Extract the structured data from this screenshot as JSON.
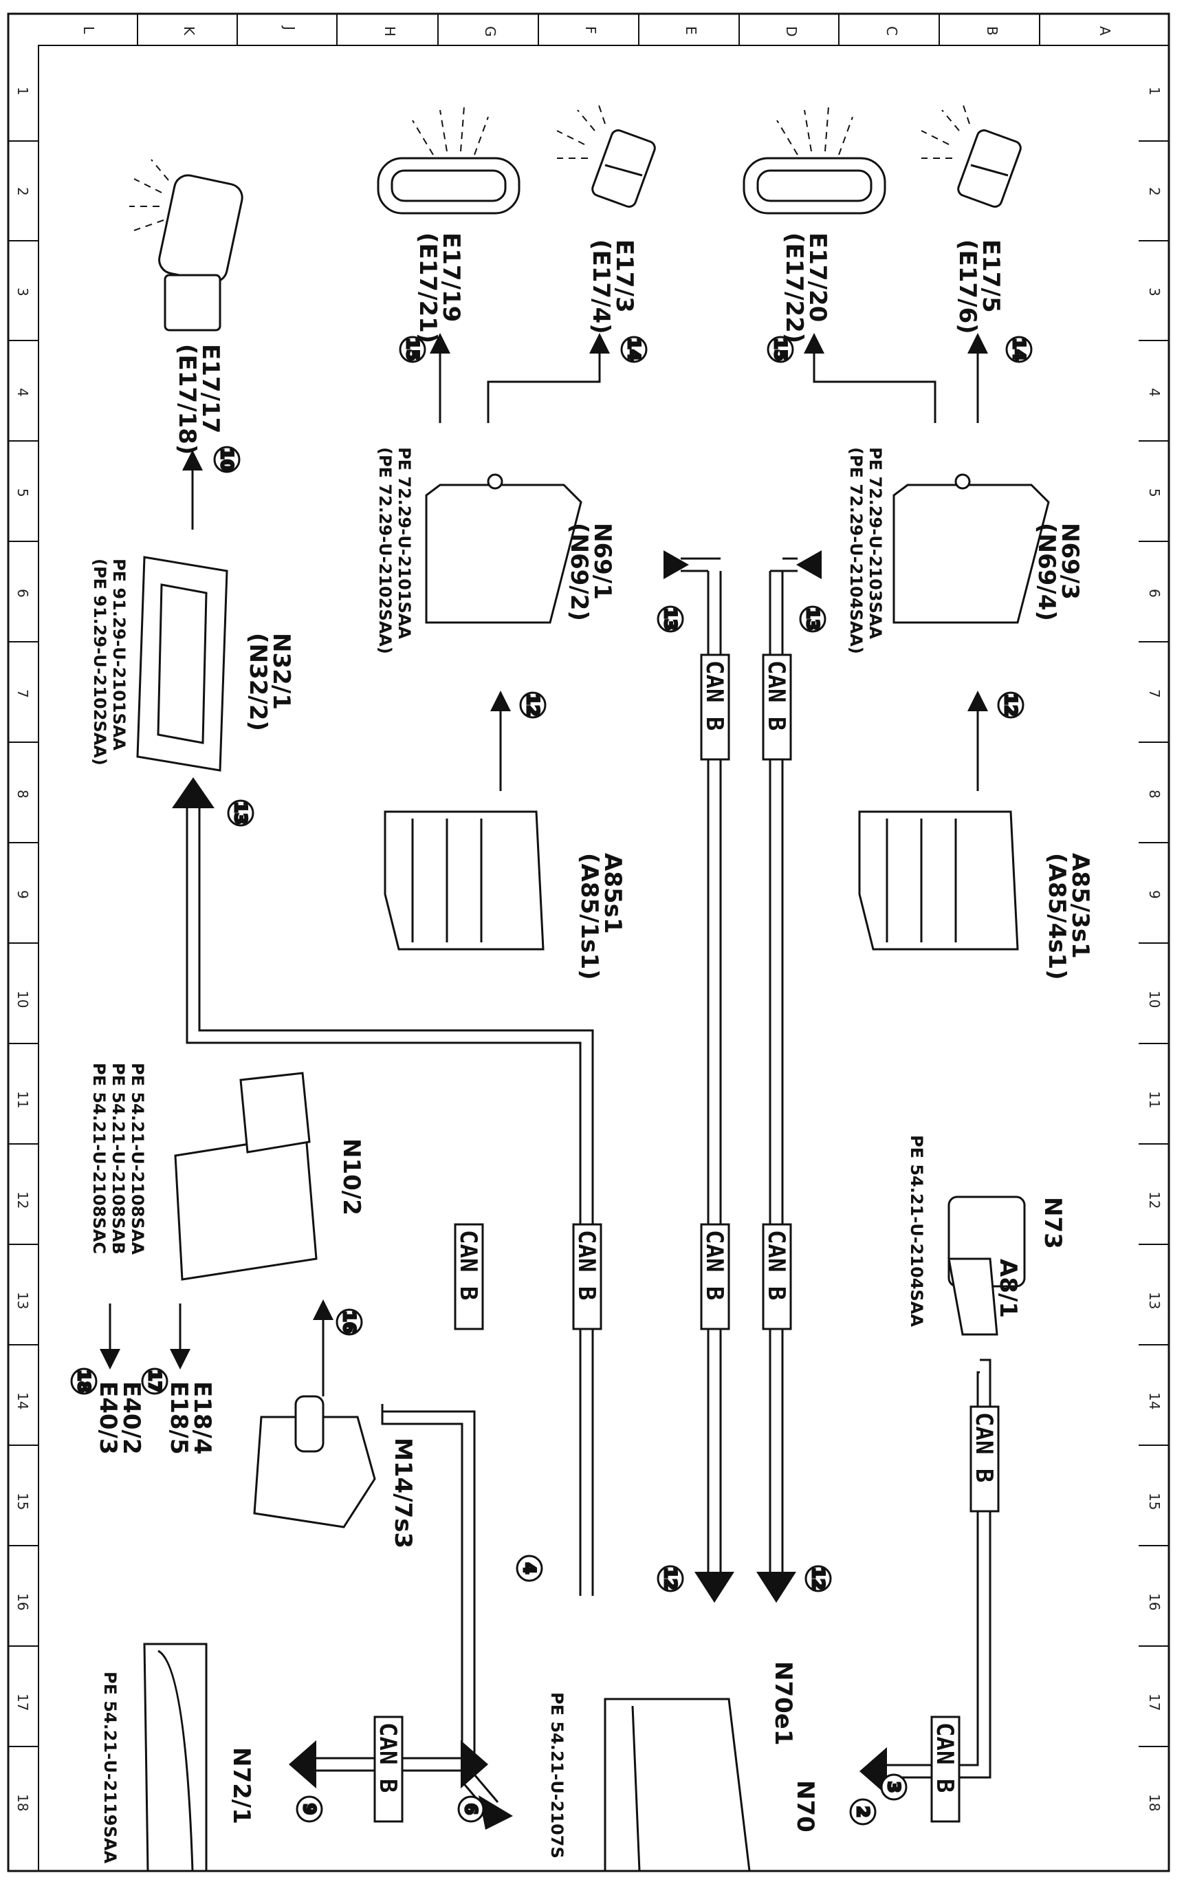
{
  "grid": {
    "columns": [
      "L",
      "K",
      "J",
      "H",
      "G",
      "F",
      "E",
      "D",
      "C",
      "B",
      "A"
    ],
    "rows": [
      "1",
      "2",
      "3",
      "4",
      "5",
      "6",
      "7",
      "8",
      "9",
      "10",
      "11",
      "12",
      "13",
      "14",
      "15",
      "16",
      "17",
      "18"
    ]
  },
  "components": {
    "e17_5": [
      "E17/5",
      "(E17/6)"
    ],
    "e17_20": [
      "E17/20",
      "(E17/22)"
    ],
    "e17_3": [
      "E17/3",
      "(E17/4)"
    ],
    "e17_19": [
      "E17/19",
      "(E17/21)"
    ],
    "e17_17": [
      "E17/17",
      "(E17/18)"
    ],
    "n69_3": [
      "N69/3",
      "(N69/4)"
    ],
    "n69_1": [
      "N69/1",
      "(N69/2)"
    ],
    "n32_1": [
      "N32/1",
      "(N32/2)"
    ],
    "a85_3s1": [
      "A85/3s1",
      "(A85/4s1)"
    ],
    "a85s1": [
      "A85s1",
      "(A85/1s1)"
    ],
    "n73": "N73",
    "a8_1": "A8/1",
    "n10_2": "N10/2",
    "m14_7s3": "M14/7s3",
    "e18": [
      "E18/4",
      "E18/5"
    ],
    "e40": [
      "E40/2",
      "E40/3"
    ],
    "n70e1": "N70e1",
    "n70": "N70",
    "n72_1": "N72/1"
  },
  "references": {
    "n69_3": [
      "PE  72.29-U-2103SAA",
      "(PE  72.29-U-2104SAA)"
    ],
    "n69_1": [
      "PE  72.29-U-2101SAA",
      "(PE  72.29-U-2102SAA)"
    ],
    "n32_1": [
      "PE  91.29-U-2101SAA",
      "(PE  91.29-U-2102SAA)"
    ],
    "n73": "PE  54.21-U-2104SAA",
    "n10_2": [
      "PE  54.21-U-2108SAA",
      "PE  54.21-U-2108SAB",
      "PE  54.21-U-2108SAC"
    ],
    "n70": "PE  54.21-U-2107S",
    "n72_1": "PE  54.21-U-2119SAA"
  },
  "bus_label": "CAN B",
  "circles": {
    "c14a": "14",
    "c15a": "15",
    "c14b": "14",
    "c15b": "15",
    "c10": "10",
    "c12a": "12",
    "c12b": "12",
    "c13a": "13",
    "c13b": "13",
    "c13c": "13",
    "c16": "16",
    "c17": "17",
    "c18": "18",
    "c4": "4",
    "c12c": "12",
    "c12d": "12",
    "c3": "3",
    "c2": "2",
    "c6": "6",
    "c9": "9"
  }
}
